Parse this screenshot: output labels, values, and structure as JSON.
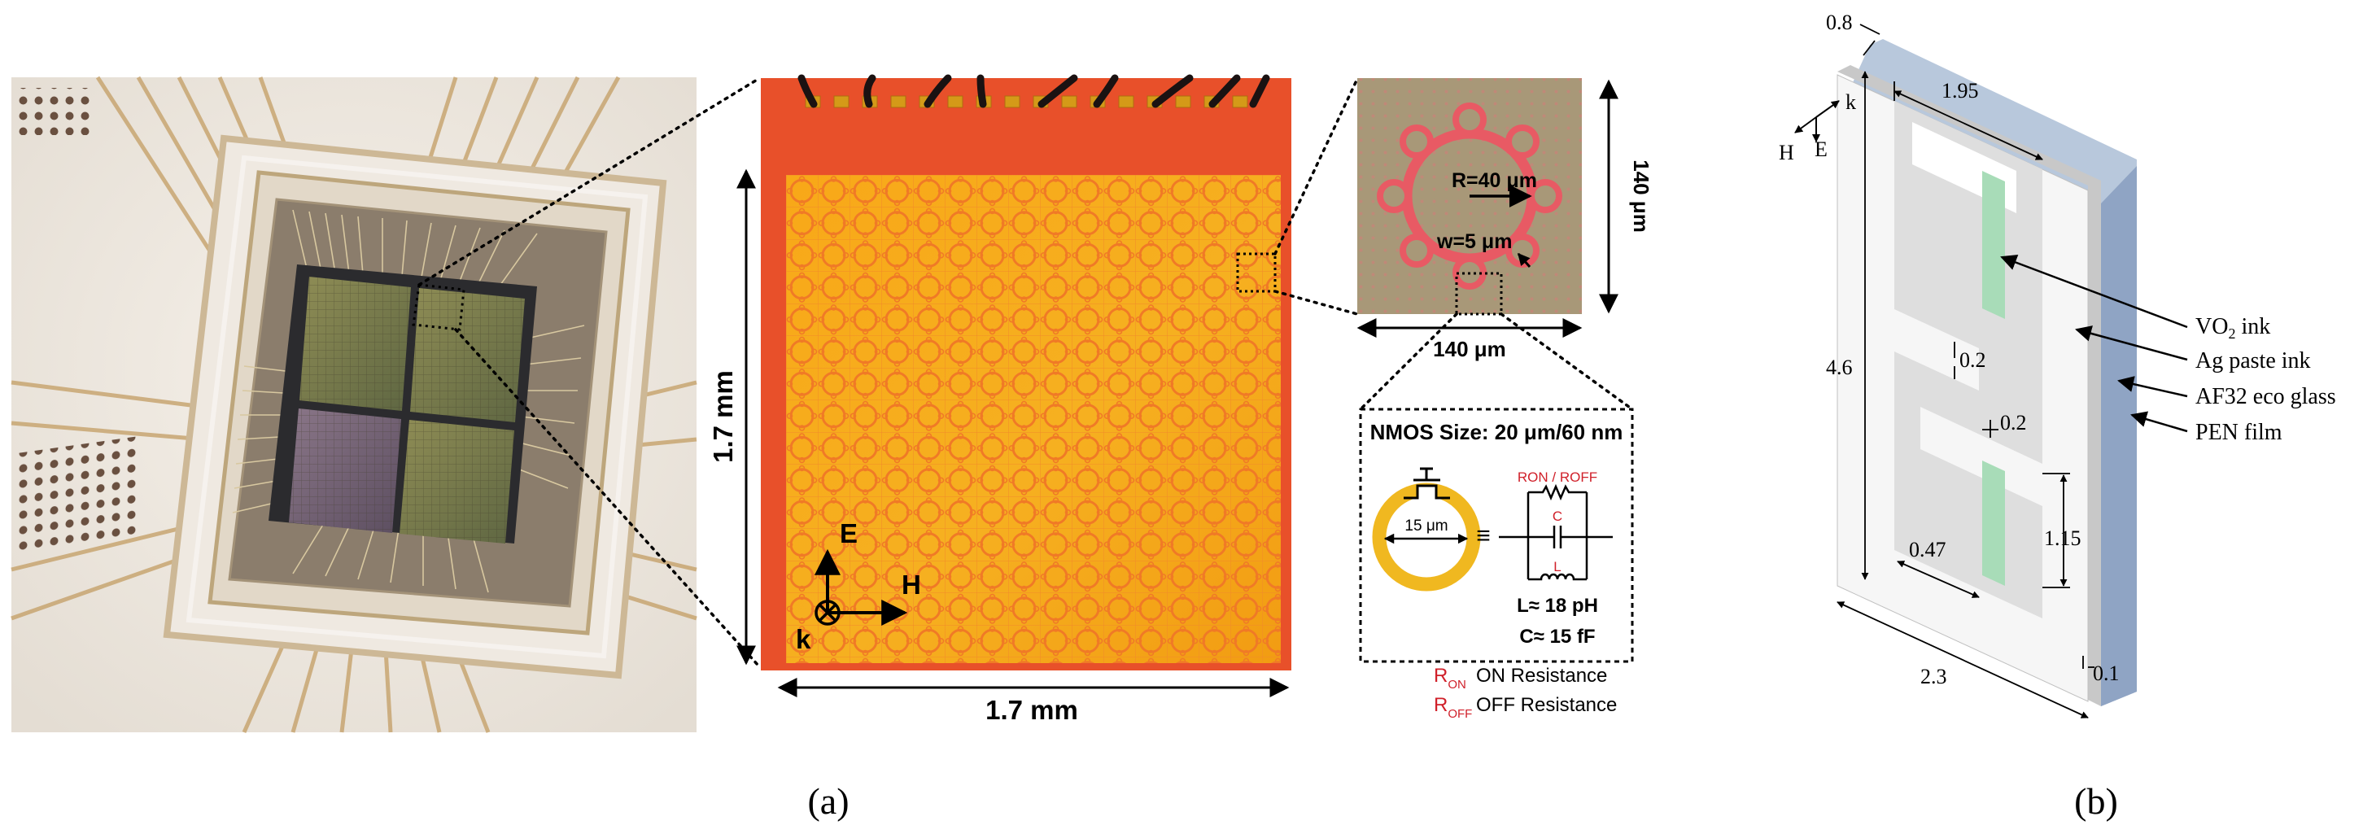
{
  "panel_a": {
    "label": "(a)",
    "die": {
      "height_label": "1.7 mm",
      "width_label": "1.7 mm"
    },
    "axes": {
      "e": "E",
      "h": "H",
      "k": "k"
    },
    "cell": {
      "height_label": "140 μm",
      "width_label": "140 μm",
      "radius_label": "R=40 μm",
      "width_w_label": "w=5 μm"
    },
    "circuit": {
      "title": "NMOS Size: 20 μm/60 nm",
      "ring_label": "15 μm",
      "equiv": "≡",
      "ron_roff": "RON / ROFF",
      "c_letter": "C",
      "l_letter": "L",
      "l_value": "L≈ 18 pH",
      "c_value": "C≈ 15 fF"
    },
    "legend": [
      {
        "sym": "R",
        "sub": "ON",
        "text": "ON Resistance"
      },
      {
        "sym": "R",
        "sub": "OFF",
        "text": "OFF Resistance"
      }
    ]
  },
  "panel_b": {
    "label": "(b)",
    "axes": {
      "k": "k",
      "h": "H",
      "e": "E"
    },
    "dims": {
      "d08": "0.8",
      "d195": "1.95",
      "d46": "4.6",
      "d02a": "0.2",
      "d02b": "0.2",
      "d047": "0.47",
      "d115": "1.15",
      "d23": "2.3",
      "d01": "0.1"
    },
    "callouts": {
      "vo2_main": "VO",
      "vo2_sub": "2",
      "vo2_rest": " ink",
      "ag": "Ag paste ink",
      "af32": "AF32 eco glass",
      "pen": "PEN film"
    }
  },
  "colors": {
    "die_orange": "#f8a010",
    "die_red_border": "#e8502a",
    "ring_yellow": "#f0b820",
    "accent_red": "#d0202a",
    "vo2_green": "#a8dcb8",
    "pen_blue": "#8fa4c4",
    "glass_grey": "#d6d6d6"
  }
}
